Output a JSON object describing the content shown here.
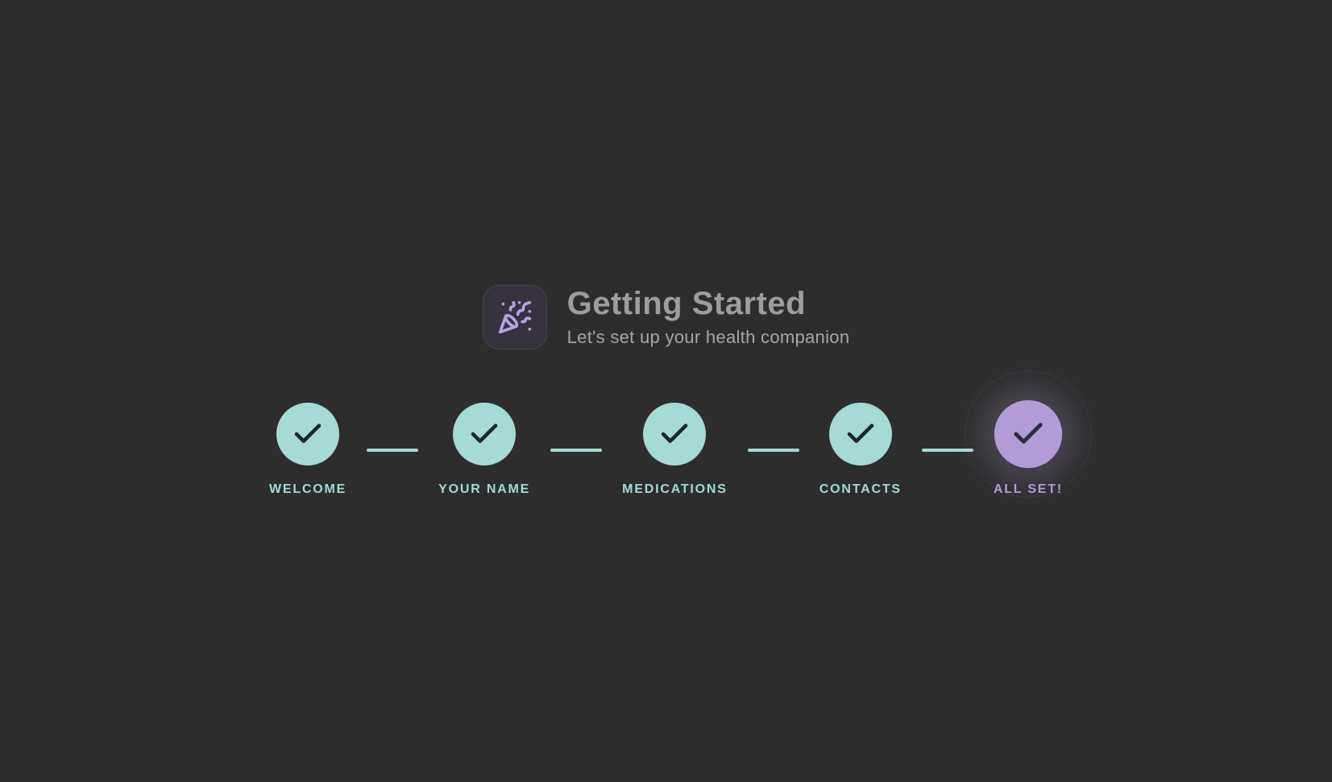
{
  "colors": {
    "background": "#2d2d2d",
    "teal": "#a5dad6",
    "purple": "#b49dda",
    "check": "#1e2430",
    "title-gray": "#9d9d9d",
    "subtitle-gray": "#a6a6a6",
    "tile-bg": "#37323f",
    "tile-icon": "#b6a3e2"
  },
  "header": {
    "icon": "party-popper-icon",
    "title": "Getting Started",
    "subtitle": "Let's set up your health companion"
  },
  "stepper": {
    "steps": [
      {
        "label": "WELCOME",
        "state": "completed",
        "icon": "check-icon"
      },
      {
        "label": "YOUR NAME",
        "state": "completed",
        "icon": "check-icon"
      },
      {
        "label": "MEDICATIONS",
        "state": "completed",
        "icon": "check-icon"
      },
      {
        "label": "CONTACTS",
        "state": "completed",
        "icon": "check-icon"
      },
      {
        "label": "ALL SET!",
        "state": "active",
        "icon": "check-icon"
      }
    ]
  }
}
